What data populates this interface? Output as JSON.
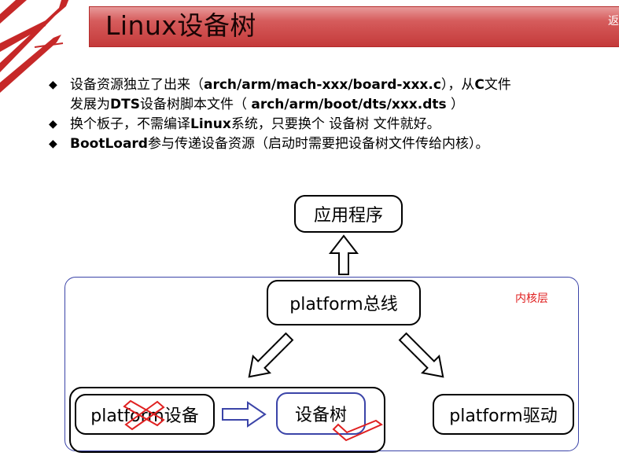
{
  "slide": {
    "title": "Linux设备树",
    "corner_char": "返"
  },
  "bullets": [
    {
      "parts": [
        {
          "text": "设备资源独立了出来（",
          "bold": false
        },
        {
          "text": "arch/arm/mach-xxx/board-xxx.c",
          "bold": true
        },
        {
          "text": "），从",
          "bold": false
        },
        {
          "text": "C",
          "bold": true
        },
        {
          "text": "文件",
          "bold": false
        }
      ],
      "continuation": [
        {
          "text": "发展为",
          "bold": false
        },
        {
          "text": "DTS",
          "bold": true
        },
        {
          "text": "设备树脚本文件（ ",
          "bold": false
        },
        {
          "text": "arch/arm/boot/dts/xxx.dts",
          "bold": true
        },
        {
          "text": " ）",
          "bold": false
        }
      ]
    },
    {
      "parts": [
        {
          "text": "换个板子，不需编译",
          "bold": false
        },
        {
          "text": "Linux",
          "bold": true
        },
        {
          "text": "系统，只要换个 设备树 文件就好。",
          "bold": false
        }
      ]
    },
    {
      "parts": [
        {
          "text": "BootLoard",
          "bold": true
        },
        {
          "text": "参与传递设备资源（启动时需要把设备树文件传给内核）。",
          "bold": false
        }
      ]
    }
  ],
  "diagram": {
    "app_node": "应用程序",
    "bus_node": "platform总线",
    "device_node": "platform设备",
    "tree_node": "设备树",
    "driver_node": "platform驱动",
    "kernel_label": "内核层"
  },
  "colors": {
    "title_bar": "#d65c5c",
    "kernel_border": "#3b44a8",
    "kernel_label": "#e02020",
    "annotation": "#e02020",
    "flow_arrow": "#3b44a8"
  },
  "icons": {
    "bullet_marker": "diamond",
    "cross_mark": "red-x-icon",
    "check_mark": "red-check-icon"
  }
}
